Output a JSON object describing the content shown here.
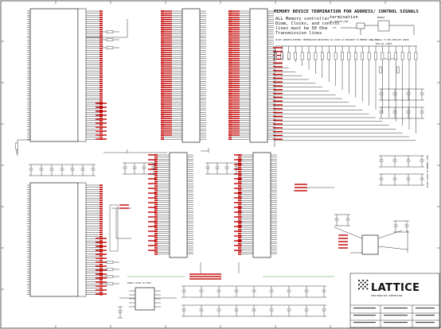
{
  "notes": {
    "header": "MEMORY DEVICE TERMINATION FOR ADDRESS/ CONTROL SIGNALS",
    "block": [
      "ALL Memory controller",
      "Dimm, Clocks, and control",
      "lines must be 50 Ohm",
      "Transmission lines"
    ],
    "placement": "PLACE ADDRESS/CONTROL TERMINATION RESISTORS AS CLOSE AS POSSIBLE TO MEMORY Chip U7",
    "term_note": "ALL PARALL TC RES REPLACE 1000Ω",
    "term_note2": "FOR ALL LINES",
    "termination": "termination",
    "termination_sub": "ALL WAN ON LINE",
    "pinch_vtt": "PINCH CLOSE TO FPGA",
    "vtt": "VTT",
    "memory": "MEMORY"
  },
  "logo": {
    "company": "LATTICE",
    "subtitle": "SEMICONDUCTOR CORPORATION"
  },
  "colors": {
    "ink": "#1c1c1c",
    "wire": "#1f1f1f",
    "net_label": "#c00000",
    "green_net": "#2f8a2f",
    "logo_bg": "#ffffff"
  }
}
